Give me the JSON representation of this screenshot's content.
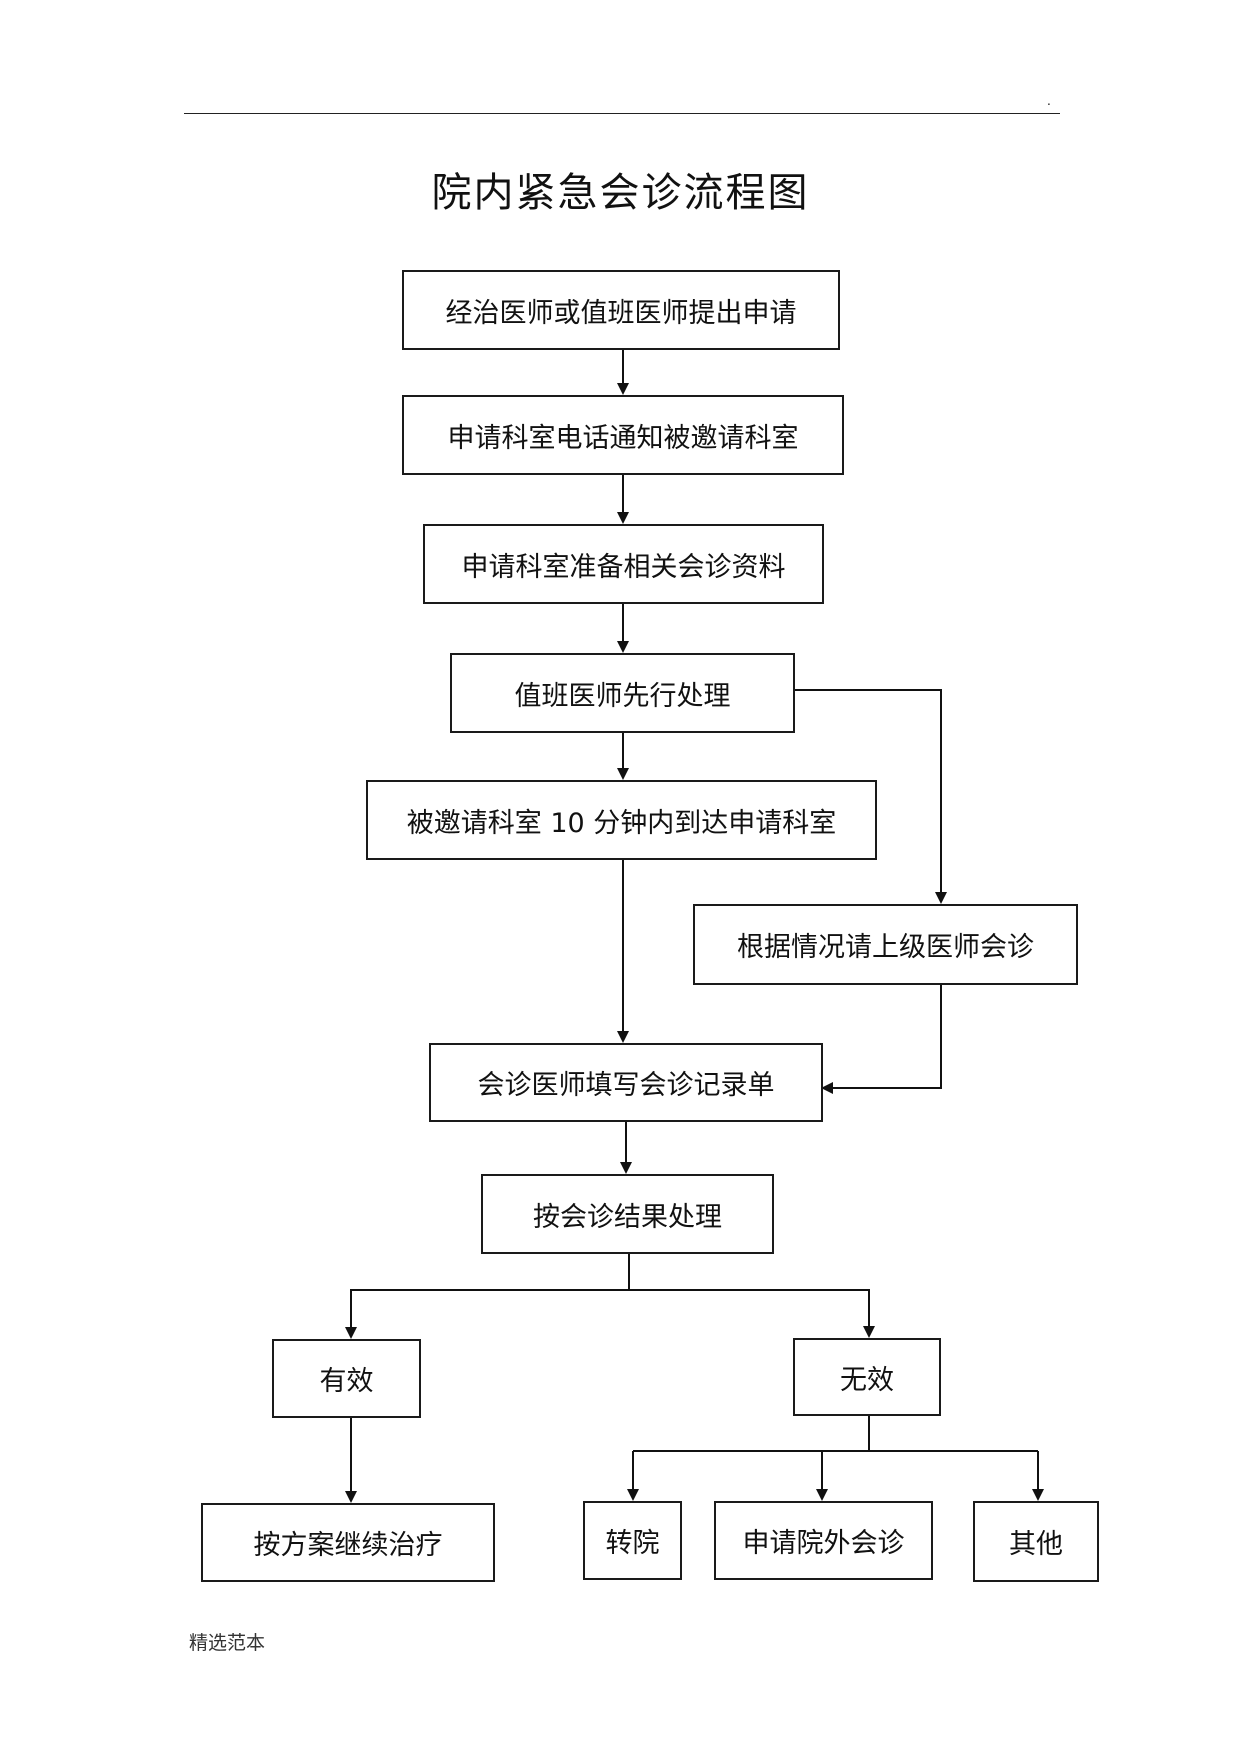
{
  "header": {
    "dot": "."
  },
  "title": "院内紧急会诊流程图",
  "nodes": {
    "apply": "经治医师或值班医师提出申请",
    "notify": "申请科室电话通知被邀请科室",
    "prepare": "申请科室准备相关会诊资料",
    "first_aid": "值班医师先行处理",
    "arrive": "被邀请科室 10 分钟内到达申请科室",
    "senior": "根据情况请上级医师会诊",
    "record": "会诊医师填写会诊记录单",
    "result": "按会诊结果处理",
    "effective": "有效",
    "ineffective": "无效",
    "continue": "按方案继续治疗",
    "transfer": "转院",
    "external": "申请院外会诊",
    "other": "其他"
  },
  "footer": {
    "text": "精选范本"
  }
}
